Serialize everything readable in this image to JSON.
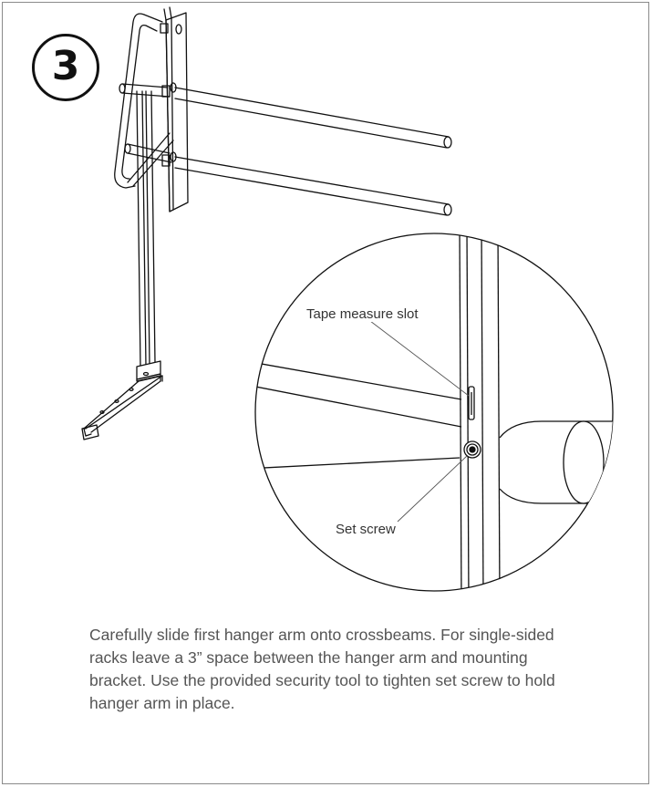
{
  "step": {
    "number": "3"
  },
  "callouts": {
    "tape_measure_slot": "Tape measure slot",
    "set_screw": "Set screw"
  },
  "instructions": {
    "text": "Carefully slide first hanger arm onto crossbeams. For single-sided racks leave a 3” space between the hanger arm and mounting bracket. Use the provided security tool to tighten set screw to hold hanger arm in place."
  },
  "colors": {
    "line": "#111111",
    "text": "#555555",
    "frame": "#8a8a8a"
  }
}
